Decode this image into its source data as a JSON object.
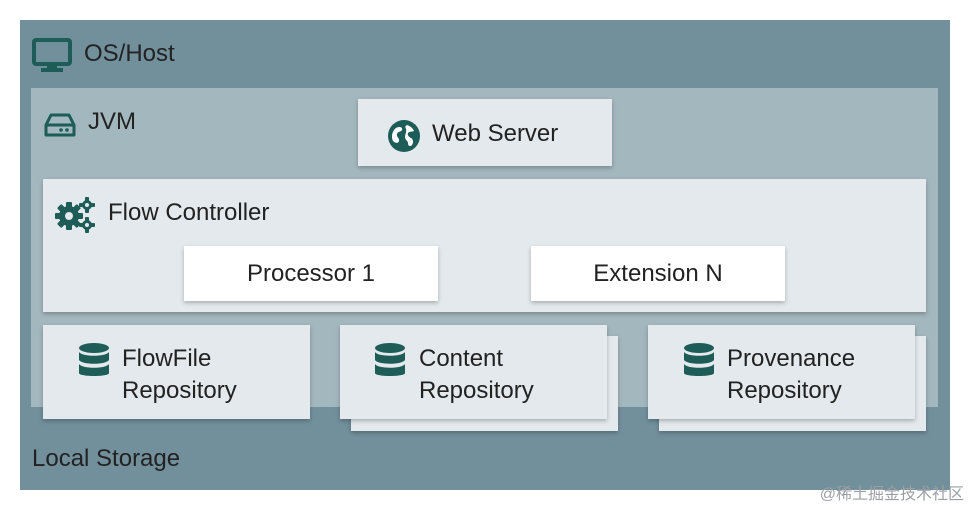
{
  "os_host": {
    "label": "OS/Host",
    "icon": "monitor-icon"
  },
  "jvm": {
    "label": "JVM",
    "icon": "hard-drive-icon"
  },
  "web_server": {
    "label": "Web Server",
    "icon": "globe-icon"
  },
  "flow_controller": {
    "label": "Flow Controller",
    "icon": "gears-icon",
    "processor": "Processor 1",
    "extension": "Extension N"
  },
  "repositories": [
    {
      "line1": "FlowFile",
      "line2": "Repository",
      "icon": "database-icon"
    },
    {
      "line1": "Content",
      "line2": "Repository",
      "icon": "database-icon"
    },
    {
      "line1": "Provenance",
      "line2": "Repository",
      "icon": "database-icon"
    }
  ],
  "local_storage": {
    "label": "Local Storage"
  },
  "watermark": "@稀土掘金技术社区",
  "colors": {
    "os_host_bg": "#728f9c",
    "jvm_bg": "#a3b7be",
    "panel_bg": "#e3e9ec",
    "icon_teal": "#1d5c57"
  }
}
